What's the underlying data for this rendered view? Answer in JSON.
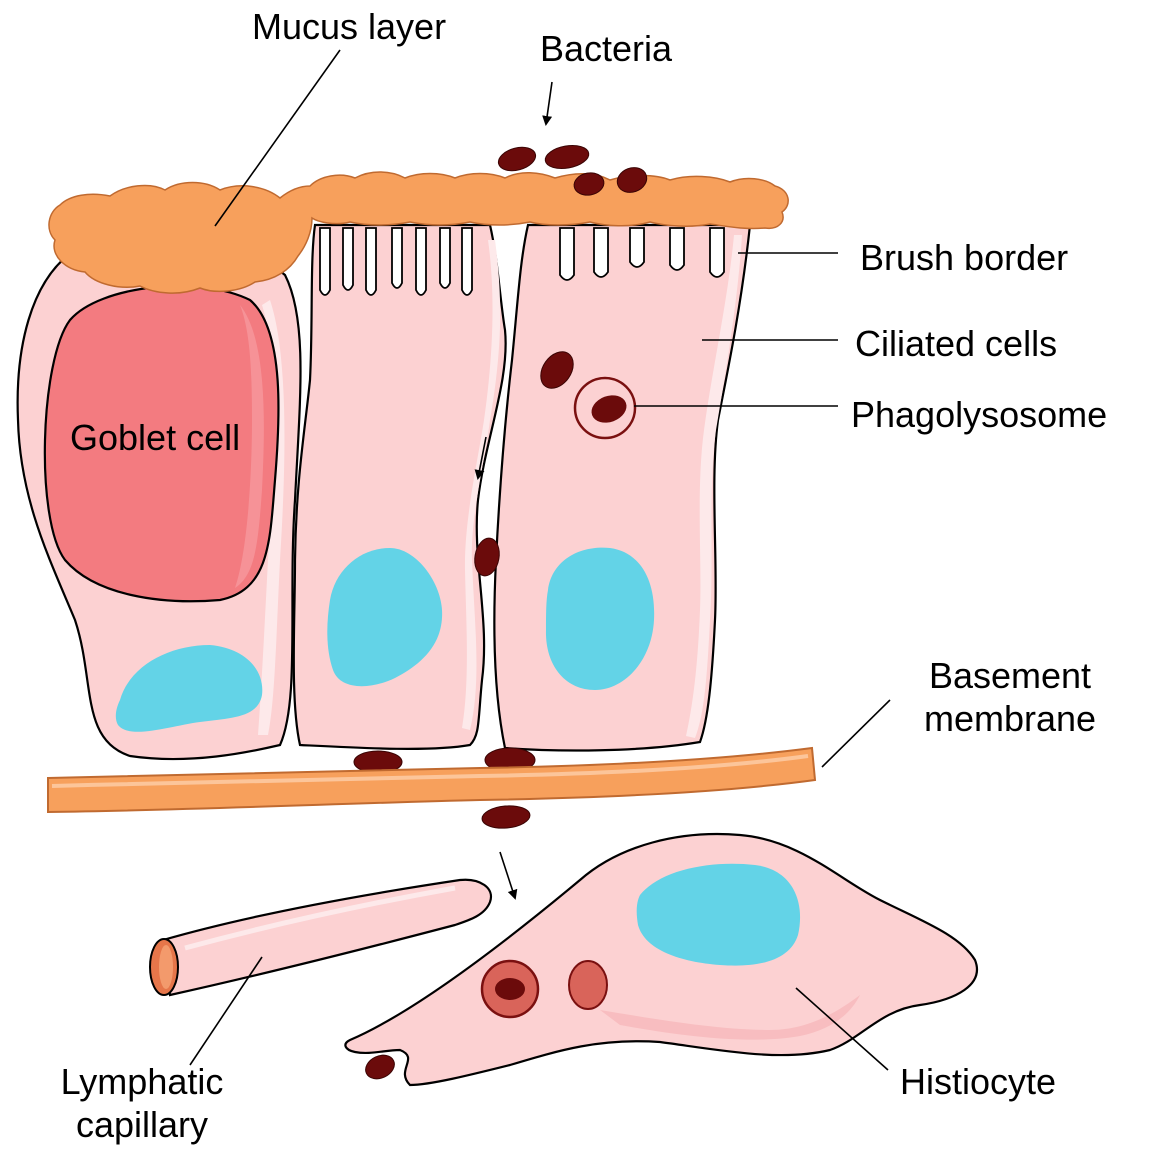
{
  "labels": {
    "mucus_layer": "Mucus layer",
    "bacteria": "Bacteria",
    "brush_border": "Brush border",
    "ciliated_cells": "Ciliated cells",
    "phagolysosome": "Phagolysosome",
    "goblet_cell": "Goblet cell",
    "basement_membrane_1": "Basement",
    "basement_membrane_2": "membrane",
    "lymphatic_capillary_1": "Lymphatic",
    "lymphatic_capillary_2": "capillary",
    "histiocyte": "Histiocyte"
  },
  "colors": {
    "cell_fill": "#fcd1d2",
    "cell_highlight": "#fde9ea",
    "goblet_fill": "#f37b80",
    "nucleus": "#63d3e7",
    "mucus": "#f7a05c",
    "membrane": "#f7a05c",
    "bacterium": "#6b0b0b",
    "vacuole": "#d9645a"
  }
}
